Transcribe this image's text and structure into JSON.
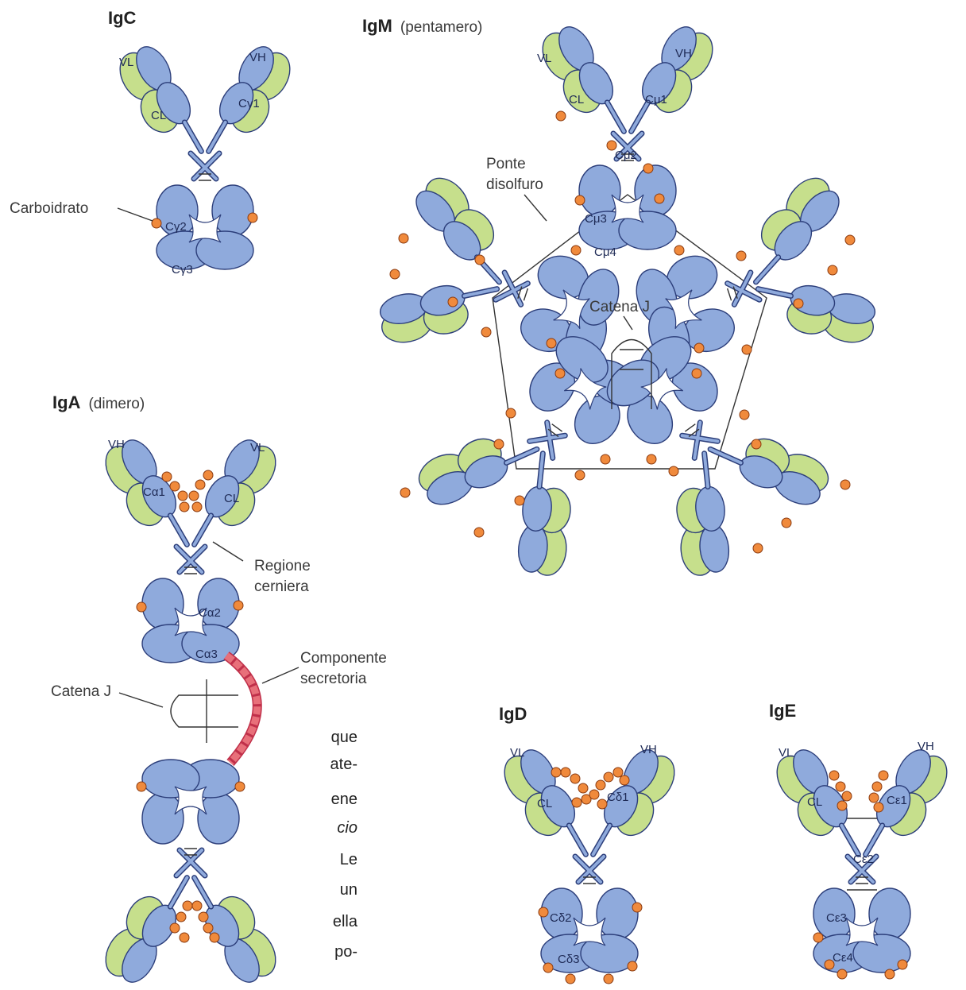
{
  "labels": {
    "igg_title": "IgC",
    "igm_title": "IgM",
    "igm_sub": "(pentamero)",
    "iga_title": "IgA",
    "iga_sub": "(dimero)",
    "igd_title": "IgD",
    "ige_title": "IgE",
    "carboidrato": "Carboidrato",
    "ponte_1": "Ponte",
    "ponte_2": "disolfuro",
    "catena_j_igm": "Catena J",
    "catena_j_iga": "Catena J",
    "regione_1": "Regione",
    "regione_2": "cerniera",
    "componente_1": "Componente",
    "componente_2": "secretoria"
  },
  "domains": {
    "vl": "VL",
    "vh": "VH",
    "cl": "CL",
    "cg1": "Cγ1",
    "cg2": "Cγ2",
    "cg3": "Cγ3",
    "cm1": "Cμ1",
    "cm2": "Cμ2",
    "cm3": "Cμ3",
    "cm4": "Cμ4",
    "ca1": "Cα1",
    "ca2": "Cα2",
    "ca3": "Cα3",
    "cd1": "Cδ1",
    "cd2": "Cδ2",
    "cd3": "Cδ3",
    "ce1": "Cε1",
    "ce2": "Cε2",
    "ce3": "Cε3",
    "ce4": "Cε4"
  },
  "clipped_text": [
    "que",
    "ate-",
    "ene",
    "cio",
    "Le",
    "un",
    "ella",
    "po-"
  ],
  "colors": {
    "heavy_chain": "#8faadc",
    "light_chain": "#c6df8c",
    "carbohydrate": "#f08a3c",
    "secretory_component": "#e8707a"
  }
}
